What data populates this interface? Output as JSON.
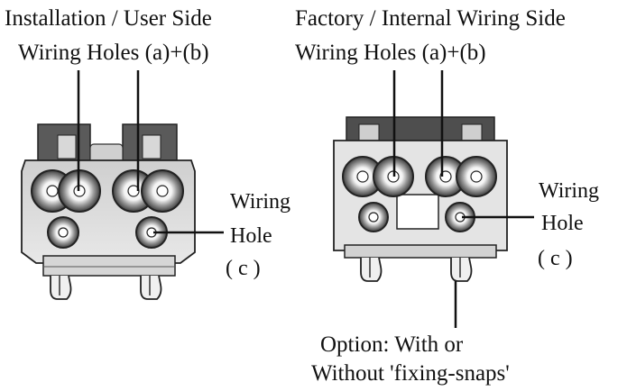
{
  "left_side": {
    "title_line1": "Installation / User Side",
    "title_line2": "Wiring Holes (a)+(b)",
    "hole_c_line1": "Wiring",
    "hole_c_line2": "Hole",
    "hole_c_line3": "( c )"
  },
  "right_side": {
    "title_line1": "Factory / Internal Wiring Side",
    "title_line2": "Wiring Holes (a)+(b)",
    "hole_c_line1": "Wiring",
    "hole_c_line2": "Hole",
    "hole_c_line3": "( c )"
  },
  "option_note": {
    "line1": "Option: With or",
    "line2": "Without 'fixing-snaps'"
  },
  "colors": {
    "line": "#111111",
    "body_light": "#e2e2e2",
    "body_mid": "#bdbdbd",
    "body_dark": "#555555",
    "background": "#ffffff"
  }
}
